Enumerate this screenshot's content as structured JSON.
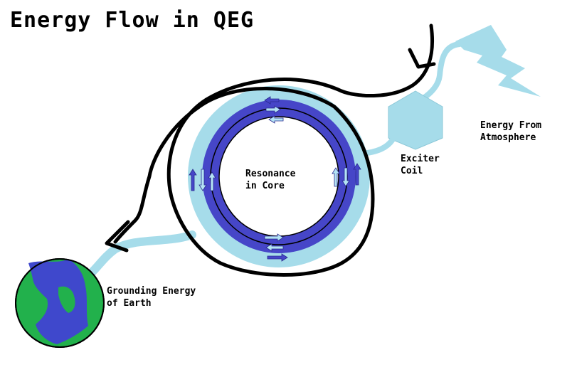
{
  "title": "Energy Flow in QEG",
  "labels": {
    "core_line1": "Resonance",
    "core_line2": "in Core",
    "exciter_line1": "Exciter",
    "exciter_line2": "Coil",
    "atmosphere_line1": "Energy From",
    "atmosphere_line2": "Atmosphere",
    "ground_line1": "Grounding Energy",
    "ground_line2": "of Earth"
  },
  "colors": {
    "light_blue": "#a6dcea",
    "dark_blue": "#4646c8",
    "arrow_light": "#b4e4f4",
    "earth_green": "#22b14c",
    "earth_blue": "#3f48cc",
    "black": "#000000"
  },
  "icons": [
    "lightning-bolt-icon",
    "hexagon-coil-icon",
    "earth-globe-icon",
    "flow-arrow-icon"
  ]
}
